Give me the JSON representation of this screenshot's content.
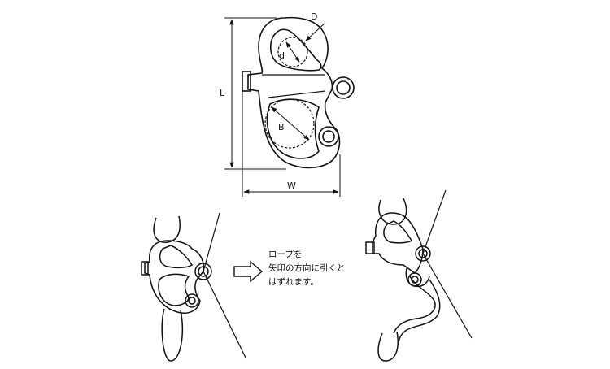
{
  "dimensions": {
    "D": "D",
    "d": "d",
    "L": "L",
    "B": "B",
    "W": "W"
  },
  "instruction": {
    "line1": "ロープを",
    "line2": "矢印の方向に引くと",
    "line3": "はずれます。"
  }
}
